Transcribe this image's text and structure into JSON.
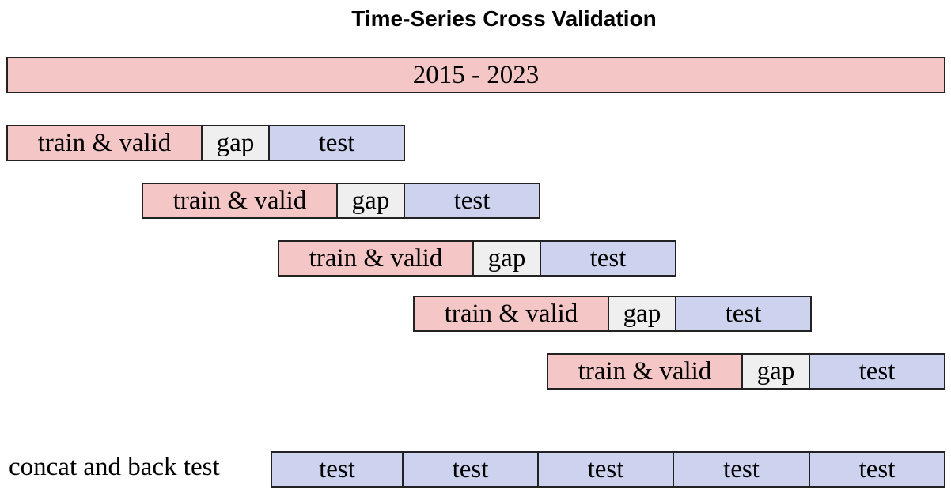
{
  "title": "Time-Series Cross Validation",
  "range_label": "2015 - 2023",
  "folds": [
    {
      "train": "train & valid",
      "gap": "gap",
      "test": "test"
    },
    {
      "train": "train & valid",
      "gap": "gap",
      "test": "test"
    },
    {
      "train": "train & valid",
      "gap": "gap",
      "test": "test"
    },
    {
      "train": "train & valid",
      "gap": "gap",
      "test": "test"
    },
    {
      "train": "train & valid",
      "gap": "gap",
      "test": "test"
    }
  ],
  "backtest": {
    "label": "concat and back test",
    "segments": [
      "test",
      "test",
      "test",
      "test",
      "test"
    ]
  },
  "colors": {
    "train": "#f4c6c6",
    "gap": "#efefef",
    "test": "#cdd3ee",
    "border": "#222222"
  }
}
